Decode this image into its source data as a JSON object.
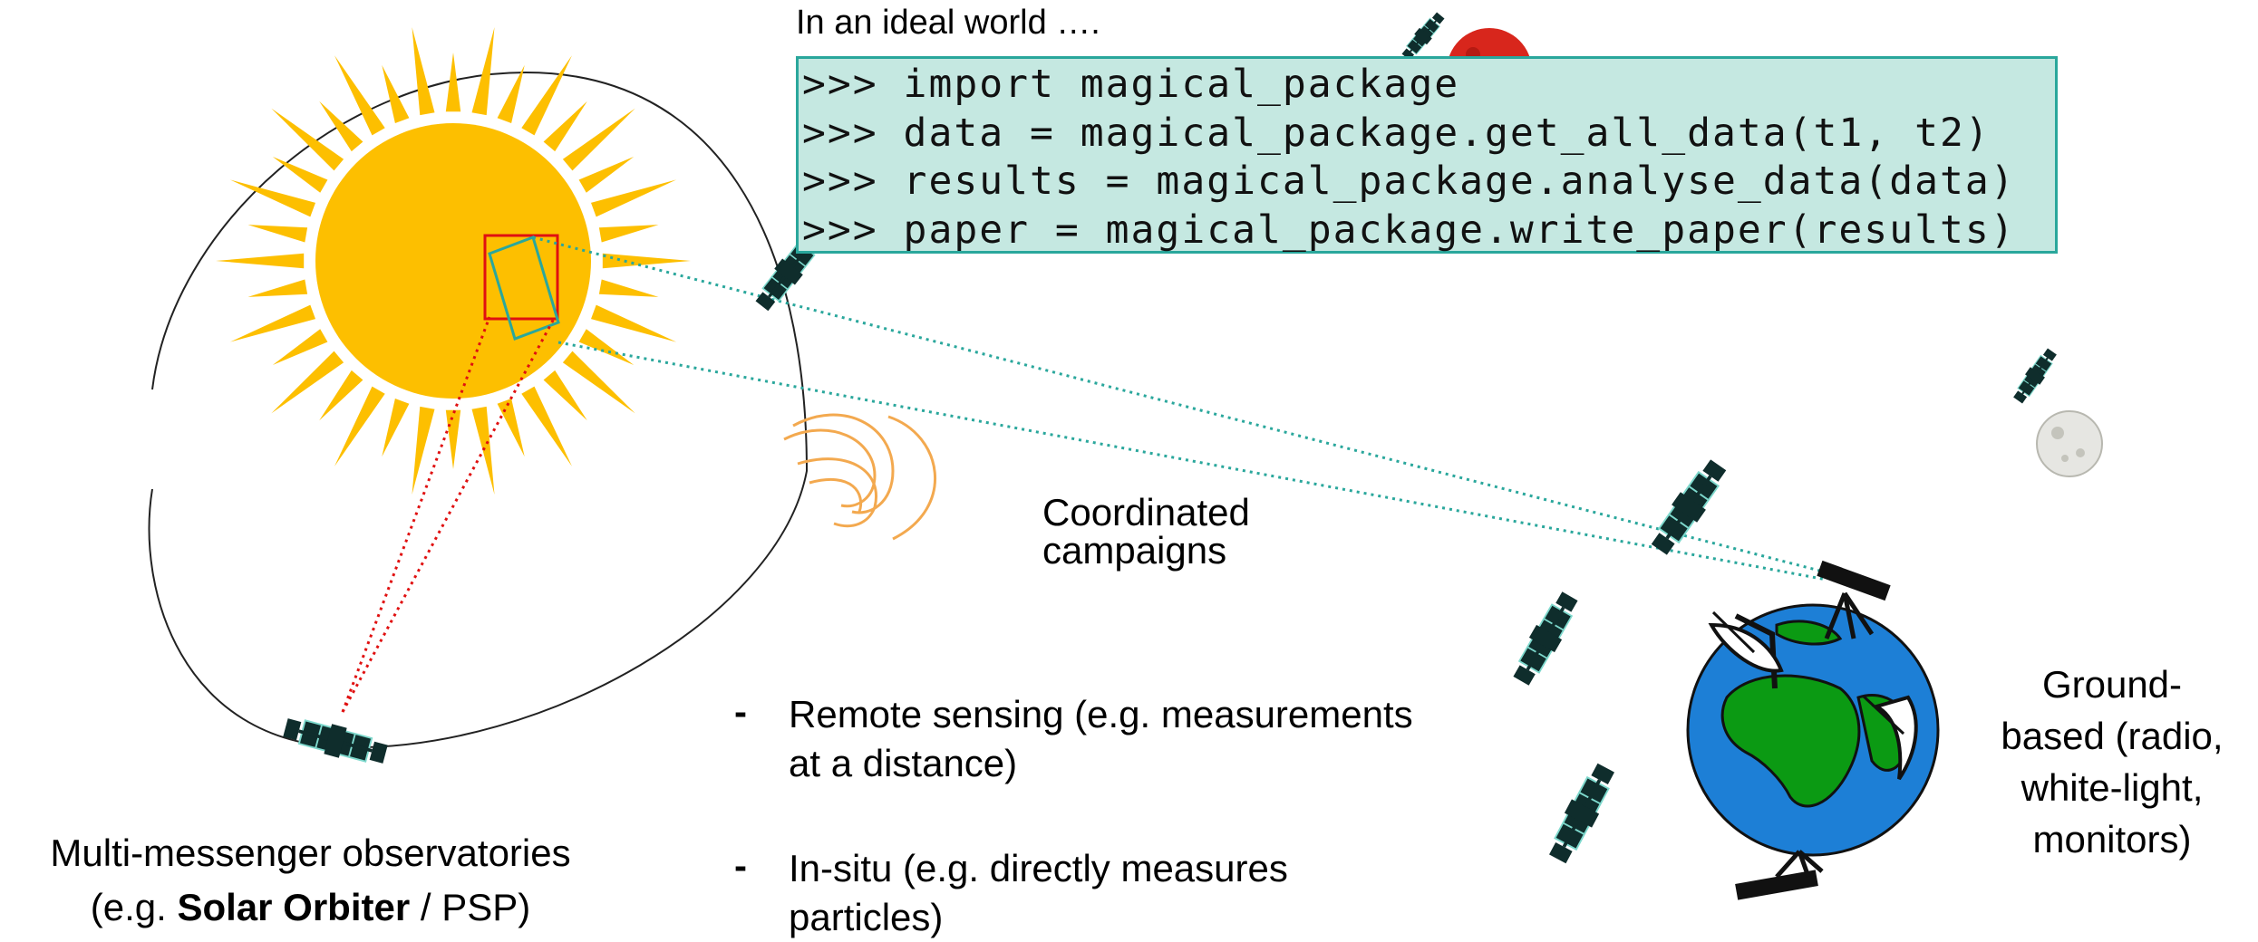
{
  "header_note": "In an ideal world ….",
  "code": {
    "lines": [
      ">>> import magical_package",
      ">>> data = magical_package.get_all_data(t1, t2)",
      ">>> results = magical_package.analyse_data(data)",
      ">>> paper = magical_package.write_paper(results)"
    ]
  },
  "campaign_label": {
    "line1": "Coordinated",
    "line2": "campaigns"
  },
  "bullets": [
    {
      "dash": "-",
      "line1": "Remote sensing (e.g. measurements",
      "line2": "at a distance)"
    },
    {
      "dash": "-",
      "line1": "In-situ (e.g. directly measures",
      "line2": "particles)"
    }
  ],
  "ground_label": {
    "lines": [
      "Ground-",
      "based (radio,",
      "white-light,",
      "monitors)"
    ]
  },
  "multi_label": {
    "line1": "Multi-messenger observatories",
    "prefix": "(e.g. ",
    "bold": "Solar Orbiter",
    "suffix": " / PSP)"
  },
  "colors": {
    "sun": "#fdbf00",
    "code_bg": "#c5e8e1",
    "code_border": "#2aa79c",
    "cyan_line": "#2aa79c",
    "red_line": "#e01010",
    "ocean": "#1d7fd6",
    "land": "#0b9a13",
    "satellite": "#0f2d2c"
  },
  "icons": [
    "sun-icon",
    "satellite-icon",
    "earth-icon",
    "radio-dish-icon",
    "telescope-icon",
    "moon-icon",
    "mars-icon",
    "solar-wind-icon"
  ]
}
